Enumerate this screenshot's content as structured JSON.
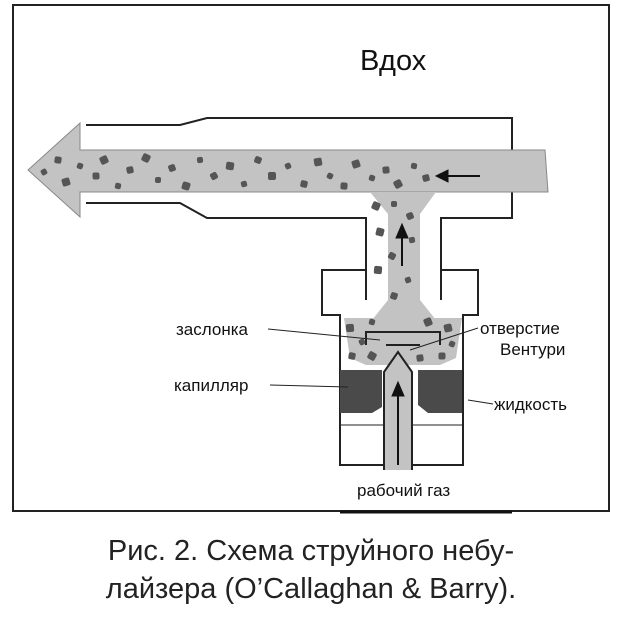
{
  "diagram": {
    "title": "Вдох",
    "labels": {
      "flap": "заслонка",
      "capillary": "капилляр",
      "venturi_line1": "отверстие",
      "venturi_line2": "Вентури",
      "liquid": "жидкость",
      "working_gas": "рабочий газ"
    }
  },
  "caption": {
    "line1": "Рис. 2. Схема струйного небу-",
    "line2": "лайзера (O’Callaghan & Barry)."
  },
  "colors": {
    "flow": "#c3c3c3",
    "particle": "#555555",
    "liquid": "#4a4a4a",
    "outline": "#222222"
  }
}
